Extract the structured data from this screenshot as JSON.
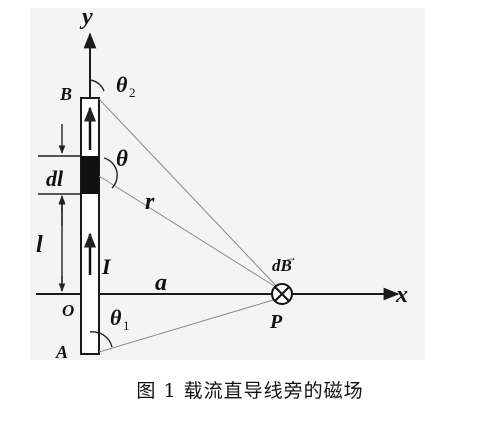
{
  "figure": {
    "caption": "图 1 载流直导线旁的磁场",
    "labels": {
      "y_axis": "y",
      "x_axis": "x",
      "origin": "O",
      "end_top": "B",
      "end_bottom": "A",
      "point": "P",
      "dl": "dl",
      "l": "l",
      "current": "I",
      "distance": "a",
      "radius": "r",
      "theta": "θ",
      "theta1": "θ",
      "theta1_sub": "1",
      "theta2": "θ",
      "theta2_sub": "2",
      "dB": "dB",
      "dB_arrow": "→"
    },
    "field_symbol": "into-page-cross-icon"
  }
}
